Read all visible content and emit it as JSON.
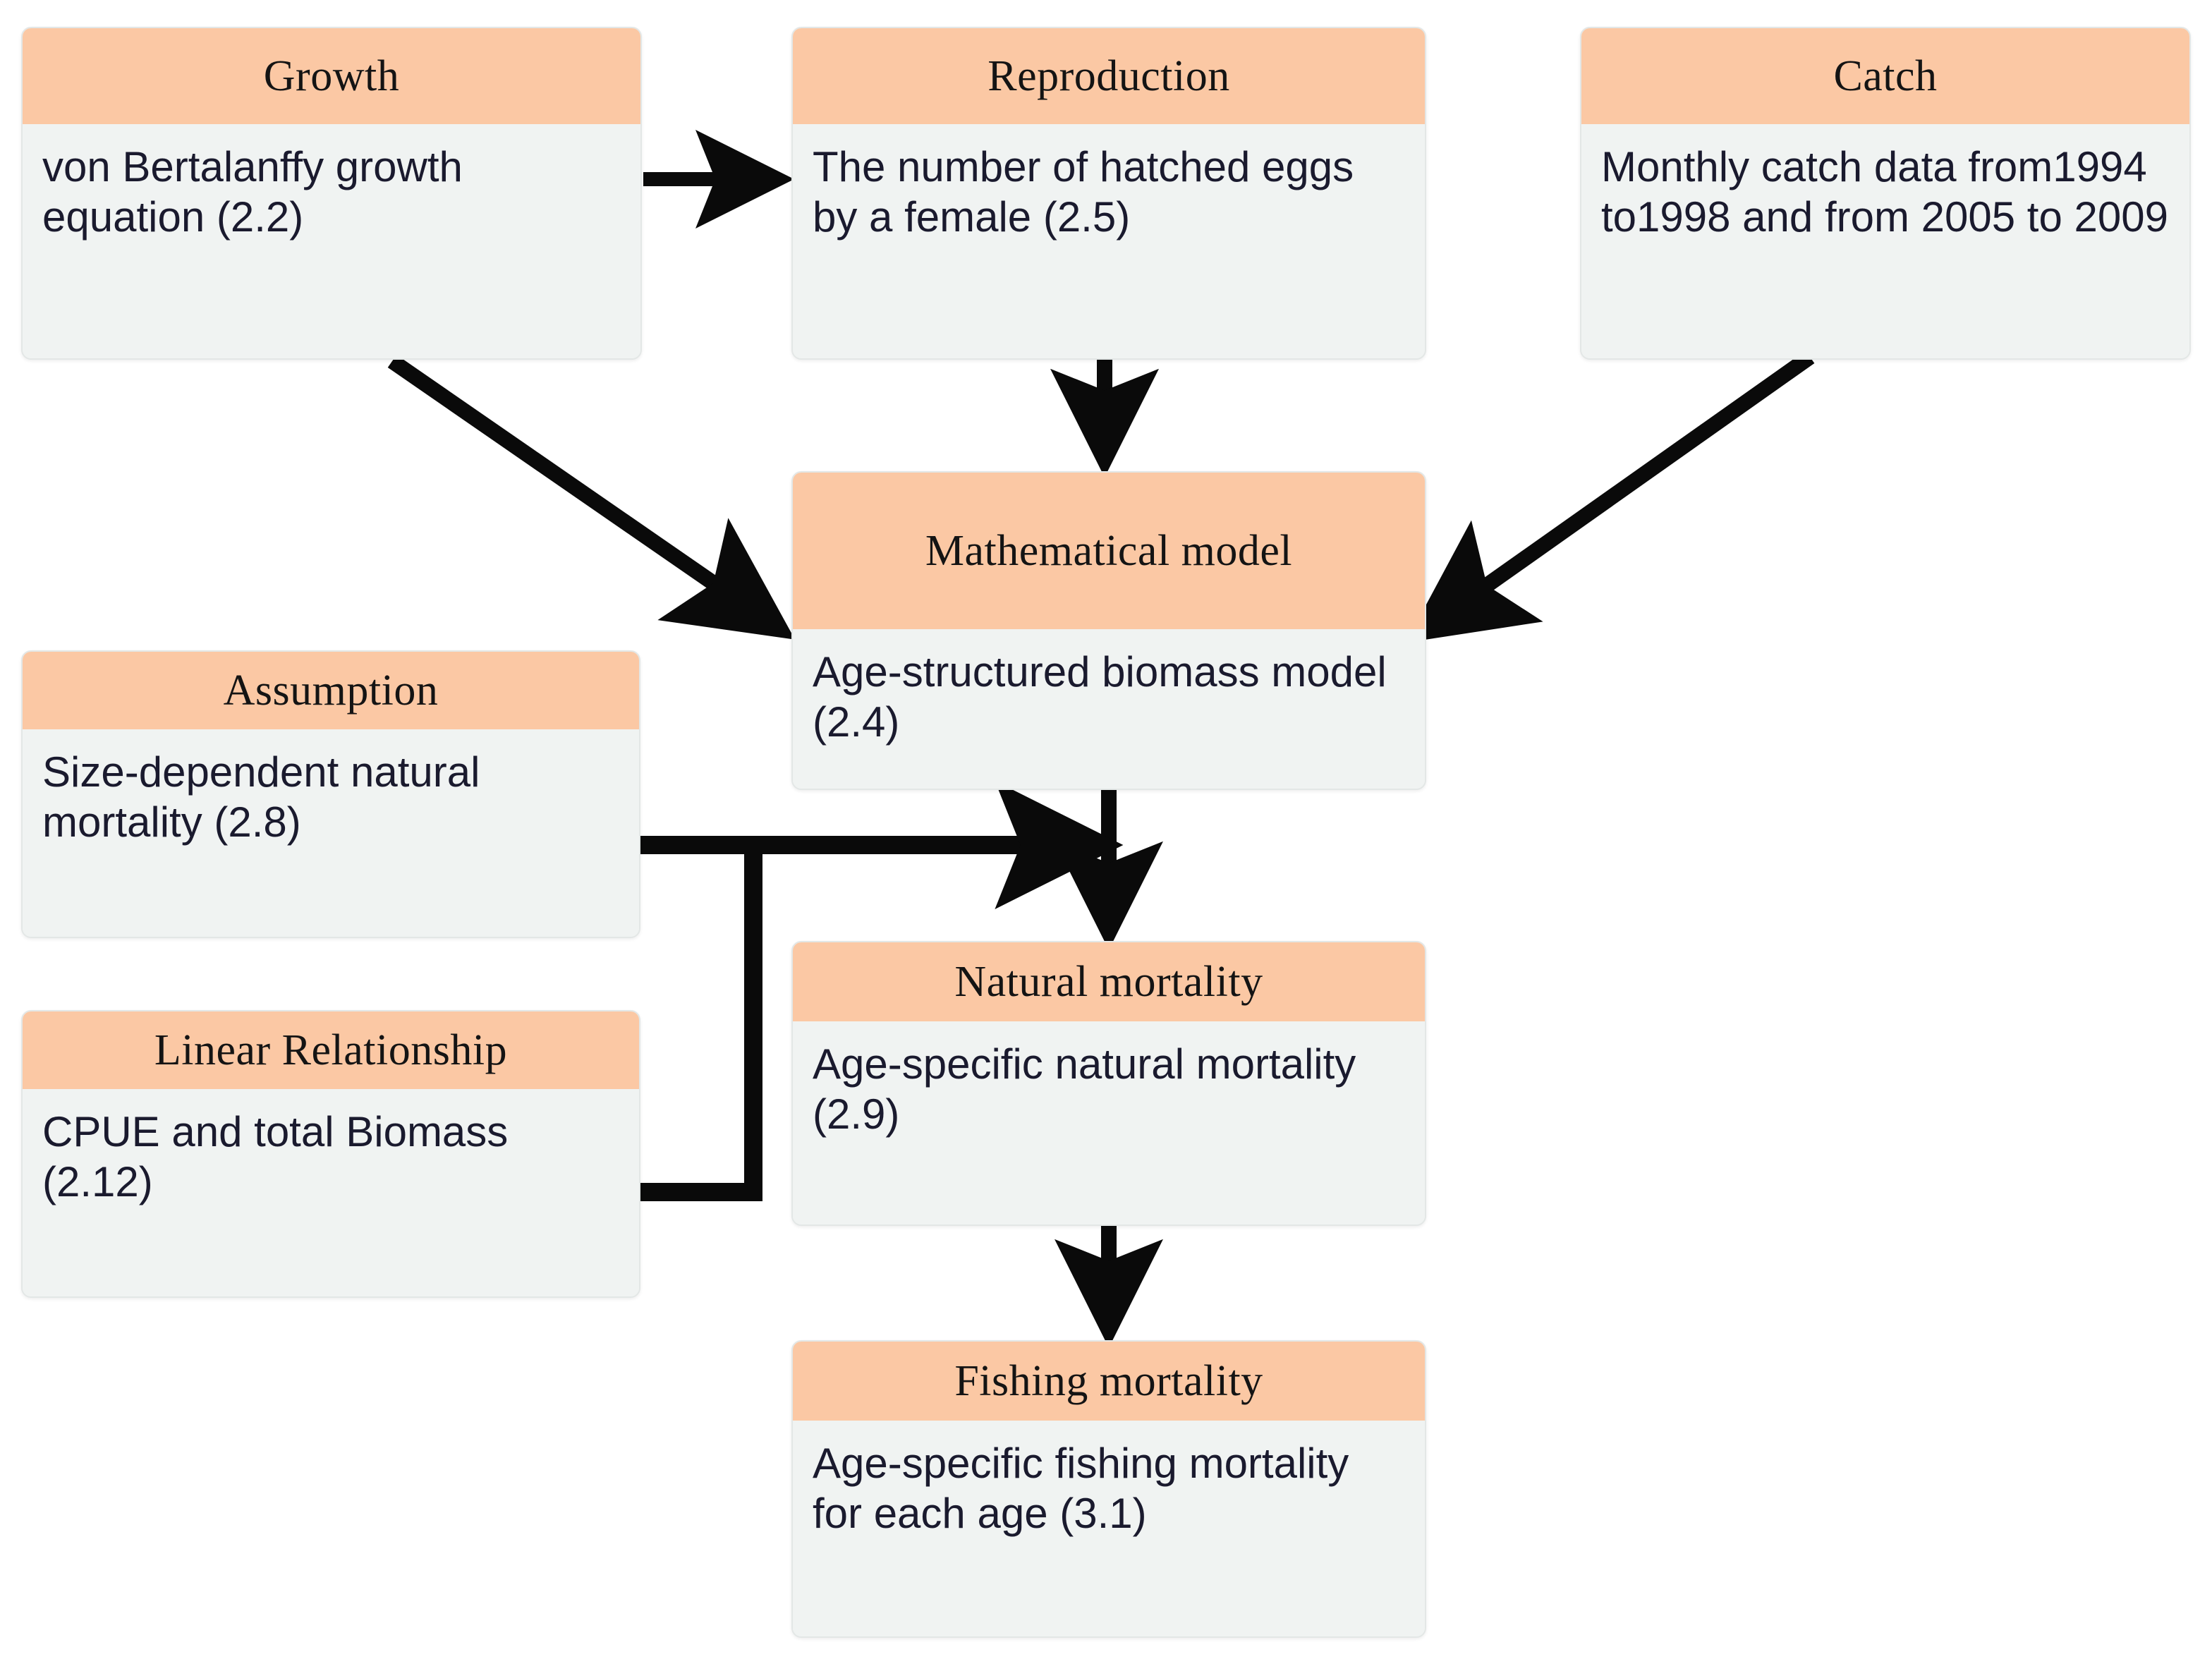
{
  "diagram": {
    "title": "Age-structured biomass model flowchart",
    "palette": {
      "header_fill": "#FBC8A4",
      "body_fill": "#F0F3F2",
      "border": "#E3E7E6",
      "connector": "#0A0A0A",
      "background": "#FFFFFF"
    },
    "nodes": [
      {
        "id": "growth",
        "header": "Growth",
        "body": "von Bertalanffy growth equation (2.2)"
      },
      {
        "id": "reproduction",
        "header": "Reproduction",
        "body": "The number of hatched eggs by a female (2.5)"
      },
      {
        "id": "catch",
        "header": "Catch",
        "body": "Monthly catch data from1994 to1998 and from 2005 to 2009"
      },
      {
        "id": "mathematical-model",
        "header": "Mathematical model",
        "body": "Age-structured biomass model (2.4)"
      },
      {
        "id": "assumption",
        "header": "Assumption",
        "body": "Size-dependent natural mortality (2.8)"
      },
      {
        "id": "linear-relationship",
        "header": "Linear Relationship",
        "body": "CPUE and total Biomass (2.12)"
      },
      {
        "id": "natural-mortality",
        "header": "Natural mortality",
        "body": "Age-specific natural mortality (2.9)"
      },
      {
        "id": "fishing-mortality",
        "header": "Fishing mortality",
        "body": "Age-specific fishing mortality for each age (3.1)"
      }
    ],
    "edges": [
      {
        "id": "growth-to-reproduction",
        "from": "growth",
        "to": "reproduction",
        "style": "straight-horizontal"
      },
      {
        "id": "growth-to-mathematical-model",
        "from": "growth",
        "to": "mathematical-model",
        "style": "diagonal"
      },
      {
        "id": "reproduction-to-mathematical-model",
        "from": "reproduction",
        "to": "mathematical-model",
        "style": "straight-vertical"
      },
      {
        "id": "catch-to-mathematical-model",
        "from": "catch",
        "to": "mathematical-model",
        "style": "diagonal"
      },
      {
        "id": "assumption-to-mathematical-model",
        "from": "assumption",
        "to": "mathematical-model",
        "style": "straight-horizontal"
      },
      {
        "id": "linear-relationship-to-mathematical-model",
        "from": "linear-relationship",
        "to": "mathematical-model",
        "style": "elbow"
      },
      {
        "id": "mathematical-model-to-natural-mortality",
        "from": "mathematical-model",
        "to": "natural-mortality",
        "style": "straight-vertical"
      },
      {
        "id": "natural-mortality-to-fishing-mortality",
        "from": "natural-mortality",
        "to": "fishing-mortality",
        "style": "straight-vertical"
      }
    ]
  }
}
